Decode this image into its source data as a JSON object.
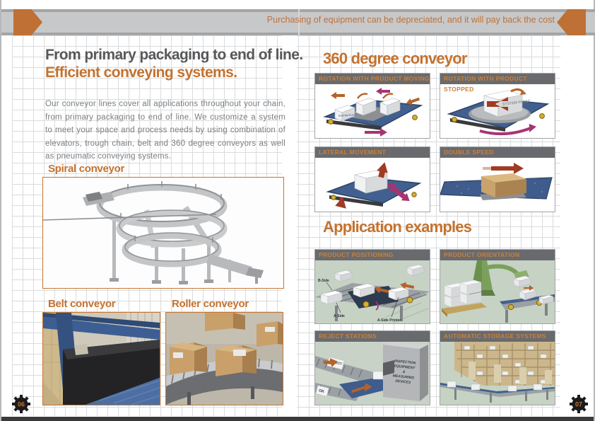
{
  "top_bar": {
    "text": "Purchasing of equipment can be depreciated, and it will pay back the cost"
  },
  "left_page": {
    "title_line1": "From primary packaging to end of line.",
    "title_line2": "Efficient conveying systems.",
    "body": "Our conveyor lines cover all applications throughout your chain, from primary packaging to end of line. We customize a system to meet your space and process needs by using combination of elevators, trough chain, belt and 360 degree conveyors as well as pneumatic conveying systems.",
    "spiral_label": "Spiral conveyor",
    "belt_label": "Belt conveyor",
    "roller_label": "Roller conveyor",
    "page_number": "06"
  },
  "right_page": {
    "heading_360": "360 degree conveyor",
    "heading_app": "Application examples",
    "panels_360": [
      {
        "title": "ROTATION WITH PRODUCT MOVING",
        "box_label": "SYSTEM PLAST"
      },
      {
        "title": "ROTATION WITH PRODUCT STOPPED",
        "box_label": "SYSTEM PLAST"
      },
      {
        "title": "LATERAL MOVEMENT"
      },
      {
        "title": "DOUBLE SPEED"
      }
    ],
    "panels_app": [
      {
        "title": "PRODUCT POSITIONING",
        "labels": {
          "b_side": "B-Side",
          "a_side": "A-Side",
          "a_side_printer": "A-Side Printer"
        }
      },
      {
        "title": "PRODUCT ORIENTATION"
      },
      {
        "title": "REJECT STATIONS",
        "labels": {
          "reject": "REJECT",
          "ok": "OK",
          "machine_line1": "INSPECTION",
          "machine_line2": "EQUIPMENT",
          "machine_line3": "&",
          "machine_line4": "MEASURING",
          "machine_line5": "DEVICES"
        }
      },
      {
        "title": "AUTOMATIC STORAGE SYSTEMS"
      }
    ],
    "page_number": "07"
  },
  "colors": {
    "accent_orange": "#c4722e",
    "arrow_orange": "#bf7034",
    "heading_gray": "#57585a",
    "body_gray": "#7b7d80",
    "panel_header_gray": "#696a6d",
    "panel_title_orange": "#cb8039",
    "grid_line": "#dadbdd",
    "belt_blue": "#41608f",
    "magenta_arrow": "#a63472",
    "dark_red_arrow": "#a03b24"
  }
}
